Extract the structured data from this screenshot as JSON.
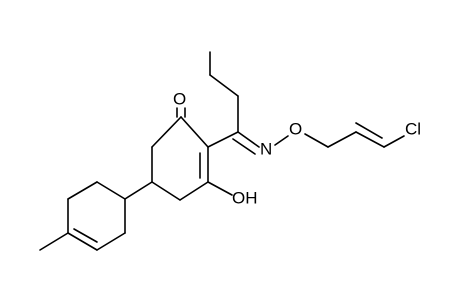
{
  "molecule": {
    "atoms": {
      "ketone_oxygen": "O",
      "oxime_nitrogen": "N",
      "oxime_oxygen": "O",
      "chlorine": "Cl",
      "enol_hydroxyl": "OH"
    }
  },
  "colors": {
    "bond": "#000000",
    "label": "#000000",
    "background": "#ffffff"
  }
}
